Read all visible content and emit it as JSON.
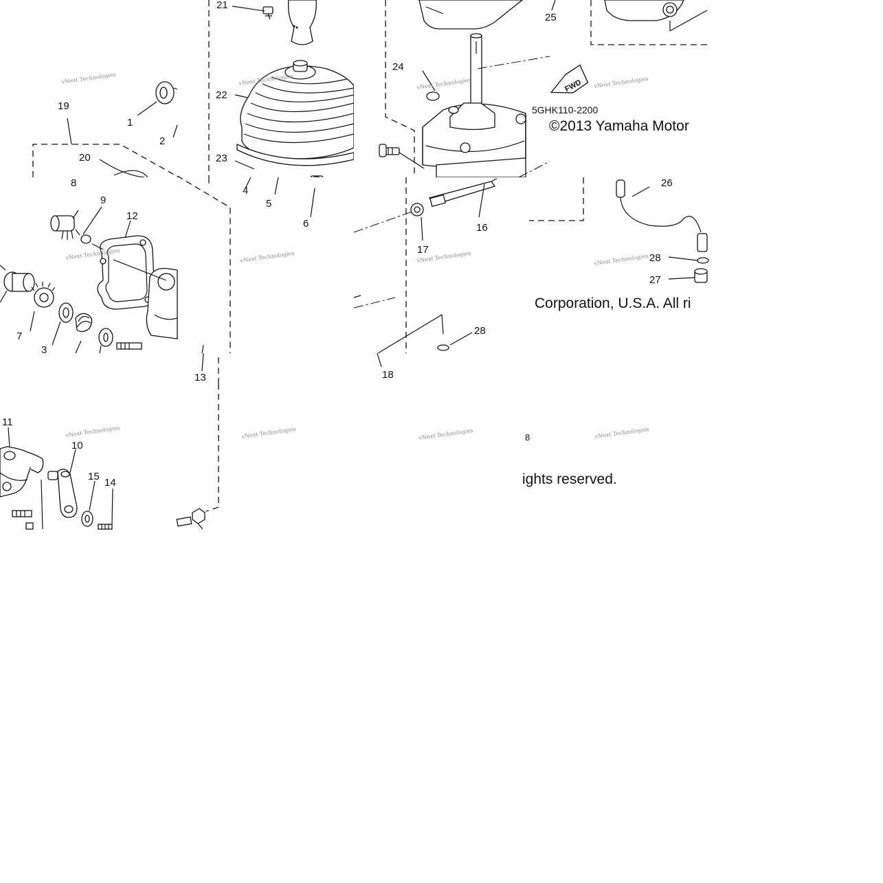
{
  "diagram": {
    "drawing_code": "5GHK110-2200",
    "copyright_part1": "©2013 Yamaha Motor",
    "copyright_part2": "Corporation, U.S.A. All ri",
    "copyright_part3": "ights reserved.",
    "fwd_label": "FWD",
    "watermark": "vNext Technologies",
    "callouts": {
      "c1": "1",
      "c2": "2",
      "c3": "3",
      "c4": "4",
      "c5": "5",
      "c6": "6",
      "c7": "7",
      "c8": "8",
      "c9": "9",
      "c10": "10",
      "c11": "11",
      "c12": "12",
      "c13": "13",
      "c14": "14",
      "c15": "15",
      "c16": "16",
      "c17": "17",
      "c18": "18",
      "c19": "19",
      "c20": "20",
      "c21": "21",
      "c22": "22",
      "c23": "23",
      "c24": "24",
      "c25": "25",
      "c26": "26",
      "c27": "27",
      "c28a": "28",
      "c28b": "28",
      "c8b": "8"
    }
  }
}
